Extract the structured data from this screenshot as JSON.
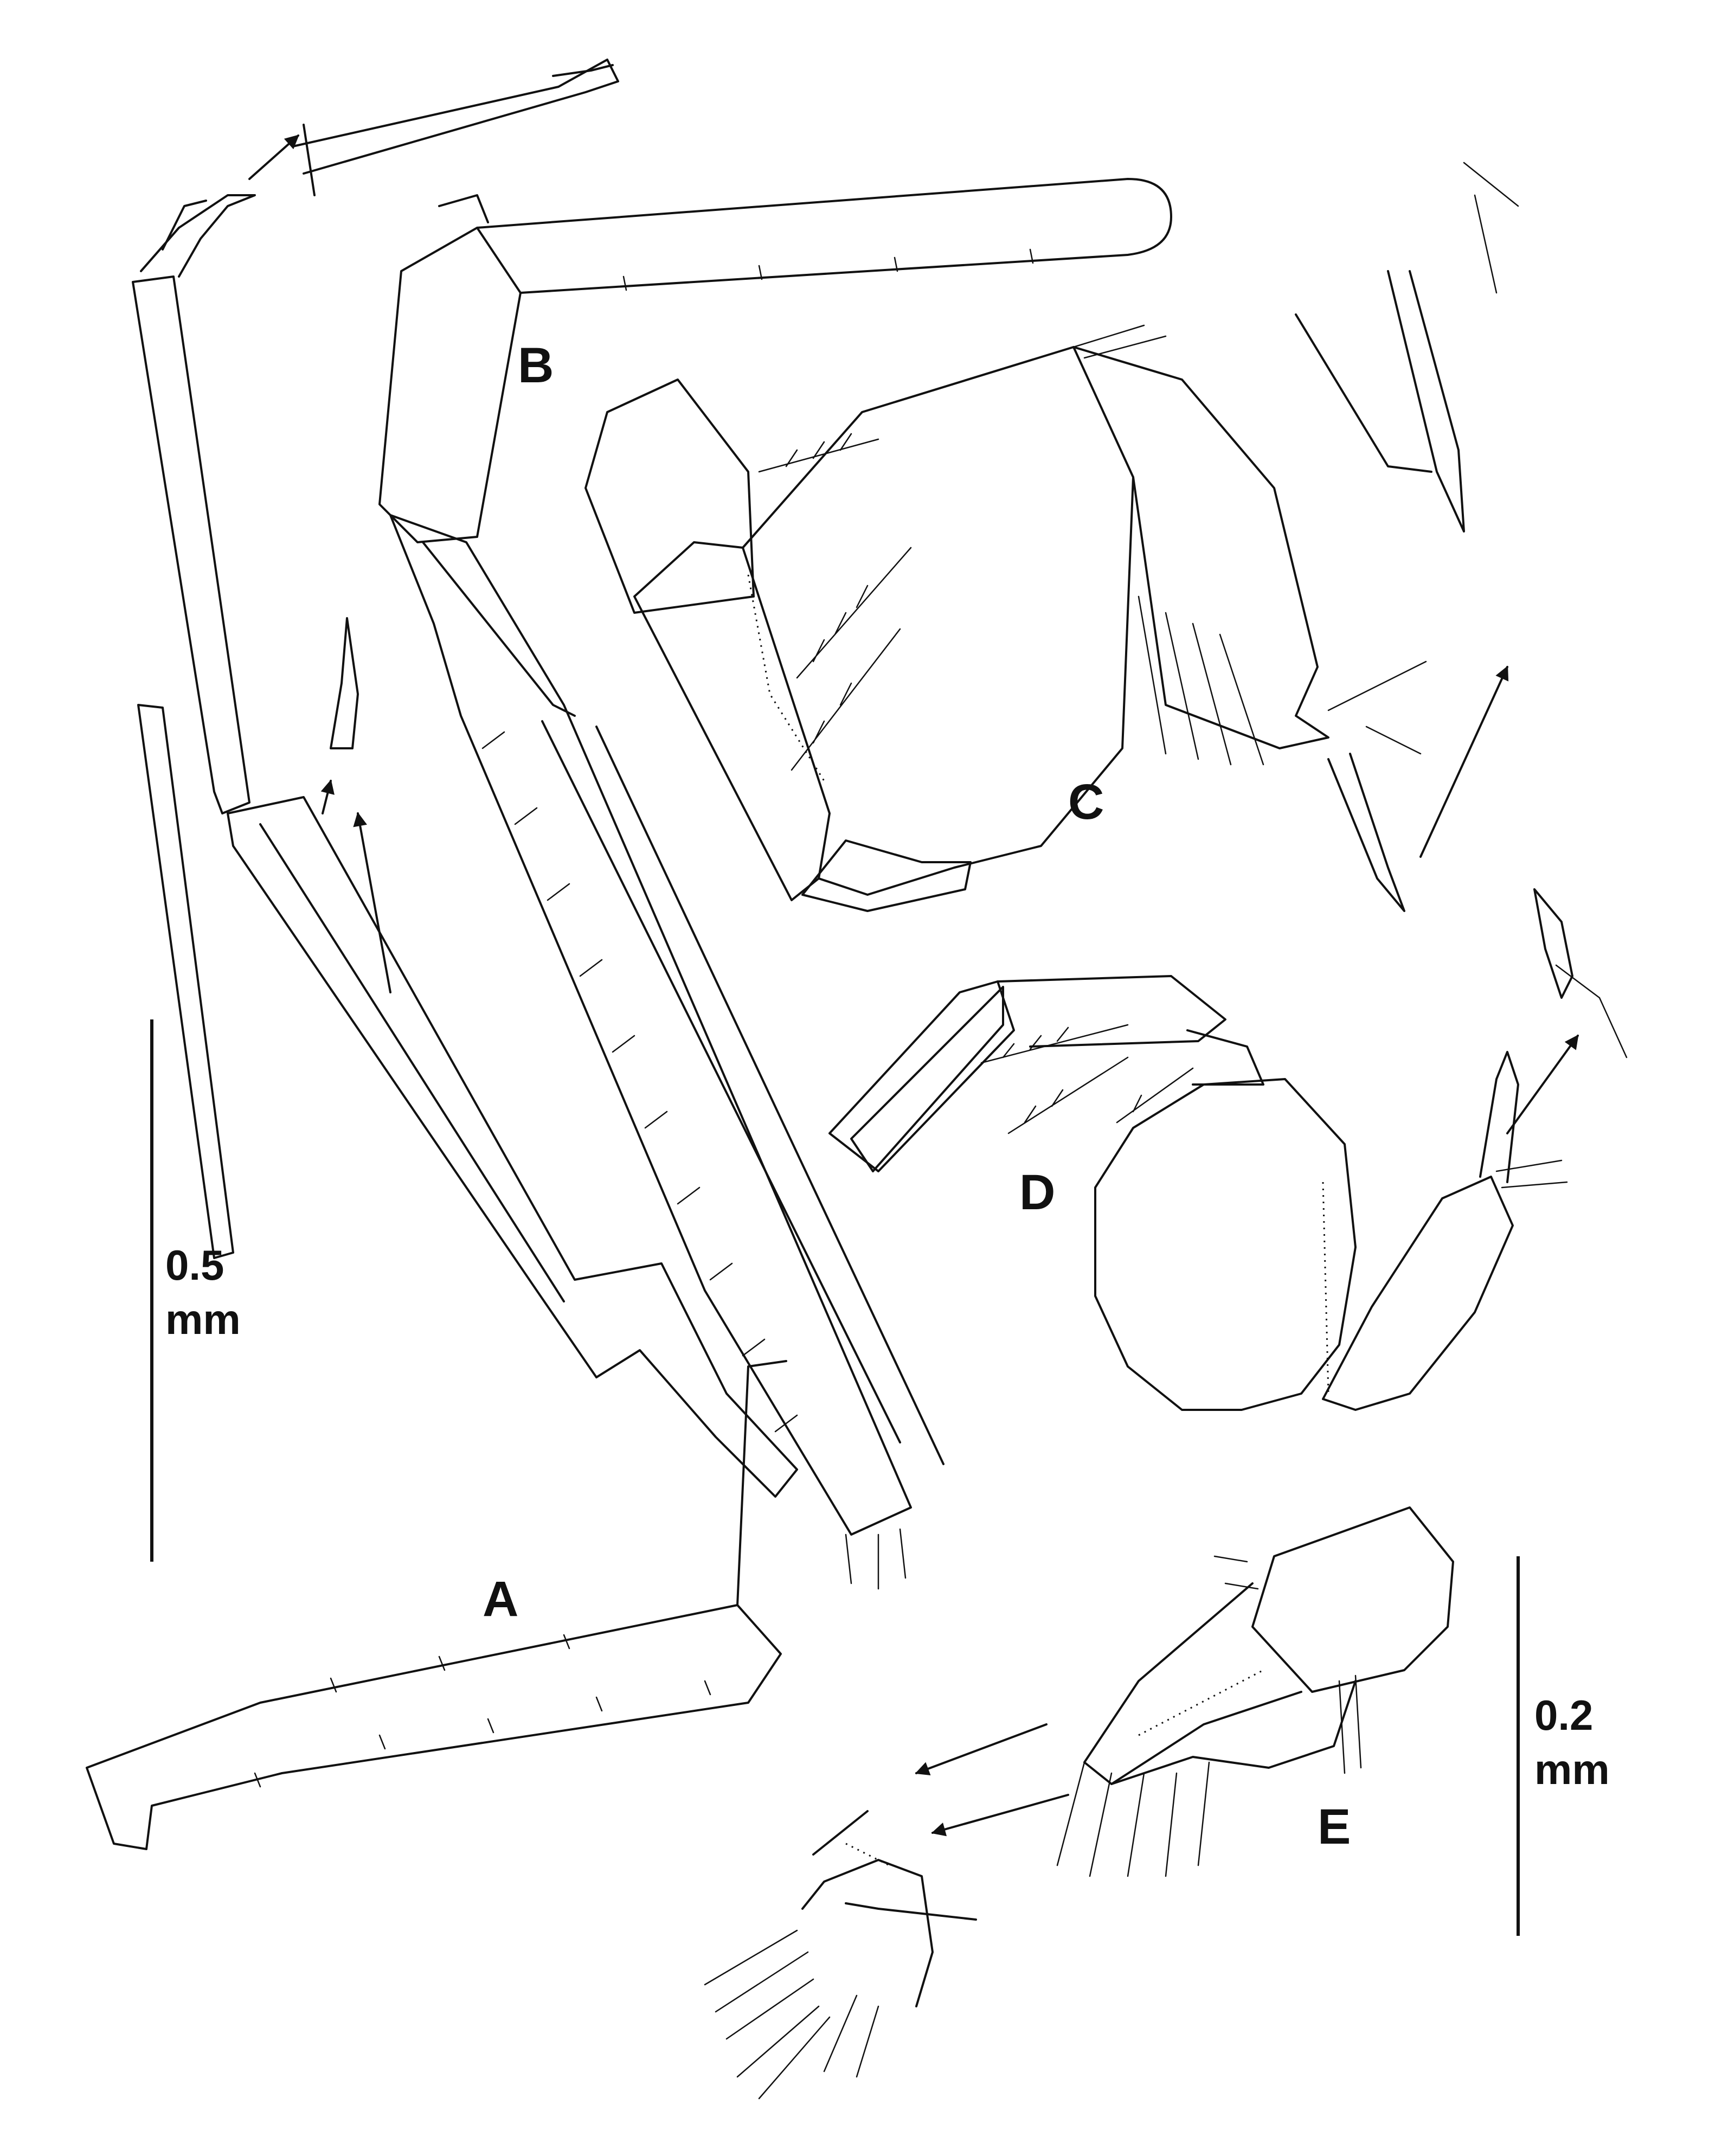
{
  "figure": {
    "panels": [
      {
        "id": "A",
        "label": "A"
      },
      {
        "id": "B",
        "label": "B"
      },
      {
        "id": "C",
        "label": "C"
      },
      {
        "id": "D",
        "label": "D"
      },
      {
        "id": "E",
        "label": "E"
      }
    ],
    "scale_bars": [
      {
        "value": "0.5",
        "unit": "mm"
      },
      {
        "value": "0.2",
        "unit": "mm"
      }
    ]
  }
}
